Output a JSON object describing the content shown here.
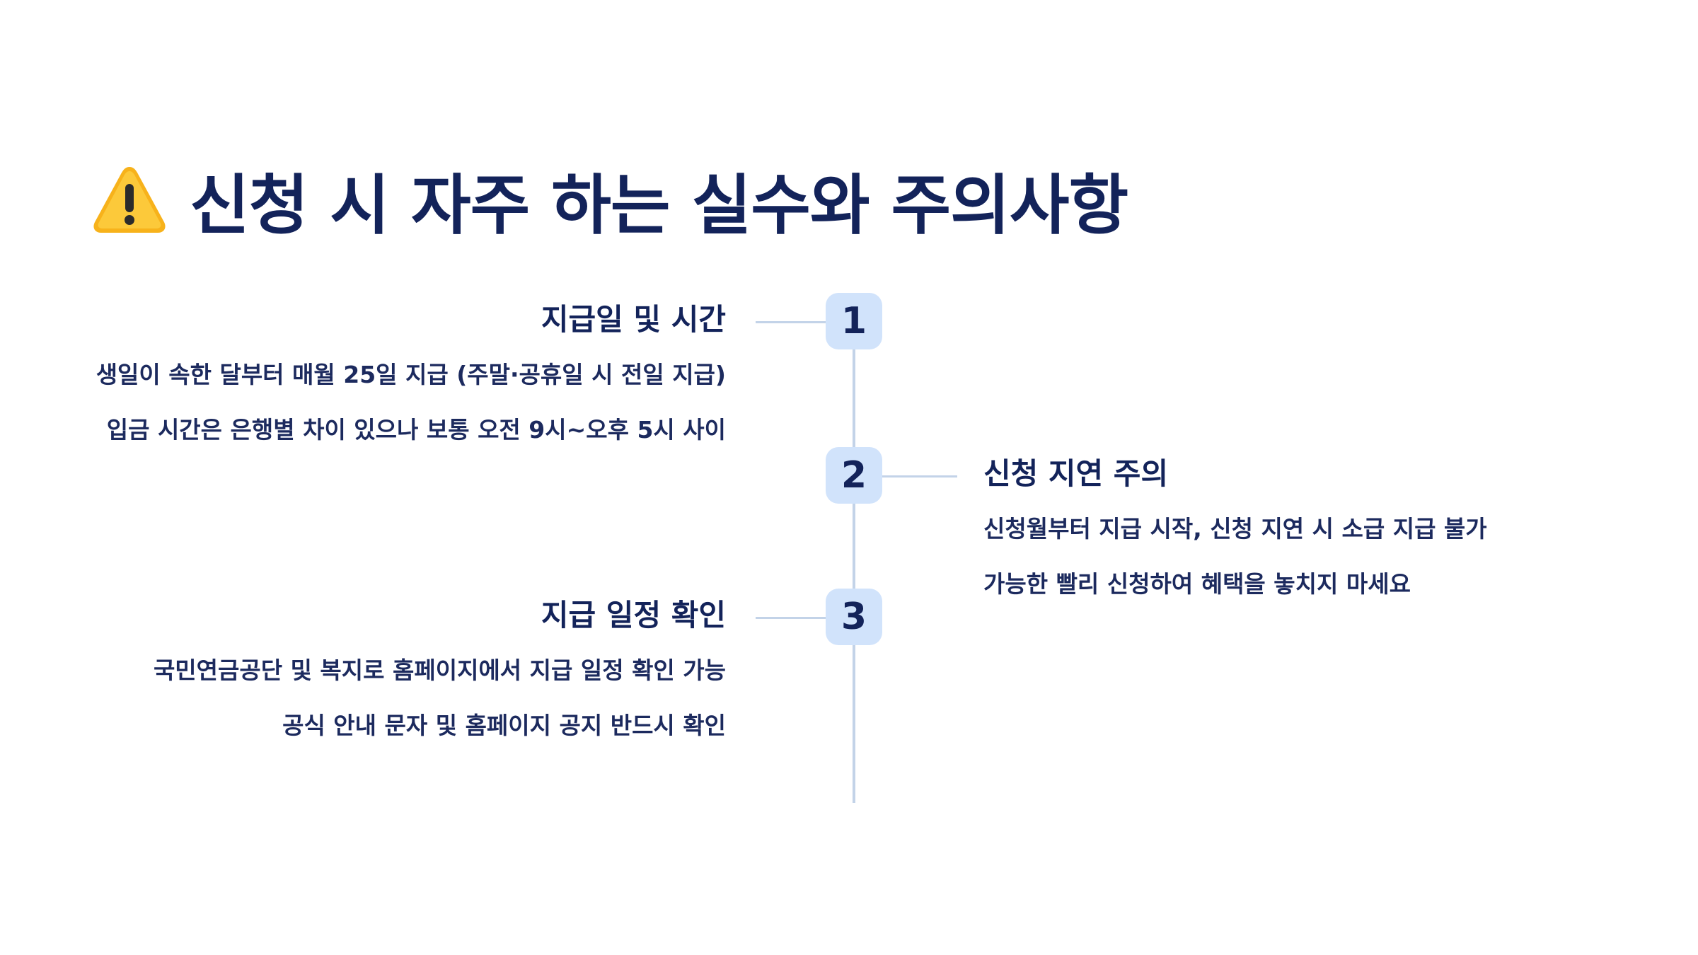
{
  "title": {
    "icon": "warning-icon",
    "text": "신청 시 자주 하는 실수와 주의사항"
  },
  "steps": [
    {
      "number": "1",
      "heading": "지급일 및 시간",
      "lines": [
        "생일이 속한 달부터 매월 25일 지급 (주말·공휴일 시 전일 지급)",
        "입금 시간은 은행별 차이 있으나 보통 오전 9시~오후 5시 사이"
      ]
    },
    {
      "number": "2",
      "heading": "신청 지연 주의",
      "lines": [
        "신청월부터 지급 시작, 신청 지연 시 소급 지급 불가",
        "가능한 빨리 신청하여 혜택을 놓치지 마세요"
      ]
    },
    {
      "number": "3",
      "heading": "지급 일정 확인",
      "lines": [
        "국민연금공단 및 복지로 홈페이지에서 지급 일정 확인 가능",
        "공식 안내 문자 및 홈페이지 공지 반드시 확인"
      ]
    }
  ],
  "colors": {
    "title": "#13235a",
    "text": "#1c2a5e",
    "marker_bg": "#d1e3fb",
    "line": "#c3d3e8",
    "warning": "#f7b21b"
  }
}
